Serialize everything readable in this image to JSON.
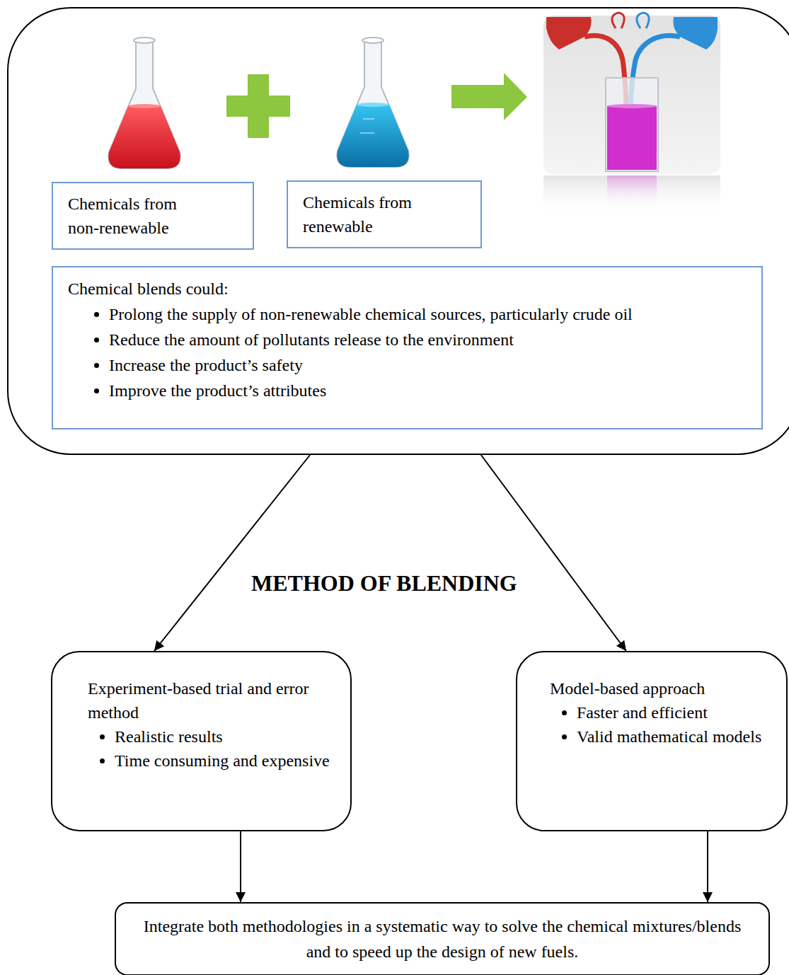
{
  "diagram": {
    "nodes": [
      {
        "text": []
      },
      {
        "text": [
          "Chemicals from non-renewable"
        ],
        "in": 0
      },
      {
        "text": [
          "Chemicals from renewable"
        ],
        "in": 0
      },
      {
        "text": [
          "Chemical blends could:",
          "Prolong the supply of non-renewable chemical sources, particularly crude oil",
          "Reduce the amount of pollutants release to the environment",
          "Increase the product’s safety",
          "Improve the product’s attributes"
        ],
        "in": 0
      },
      {
        "text": [
          "Experiment-based trial and error method",
          "Realistic results",
          "Time consuming and expensive"
        ]
      },
      {
        "text": [
          "Model-based approach",
          "Faster and efficient",
          "Valid mathematical models"
        ]
      },
      {
        "text": [
          "Integrate both methodologies in a systematic way to solve the chemical mixtures/blends and to speed up the design of new fuels."
        ]
      }
    ],
    "edges": [
      {
        "from": 0,
        "to": 4,
        "arrow": "to"
      },
      {
        "from": 0,
        "to": 5,
        "arrow": "to"
      },
      {
        "from": 4,
        "to": 6,
        "arrow": "to"
      },
      {
        "from": 5,
        "to": 6,
        "arrow": "to"
      }
    ],
    "labels": [
      "METHOD OF BLENDING"
    ]
  }
}
